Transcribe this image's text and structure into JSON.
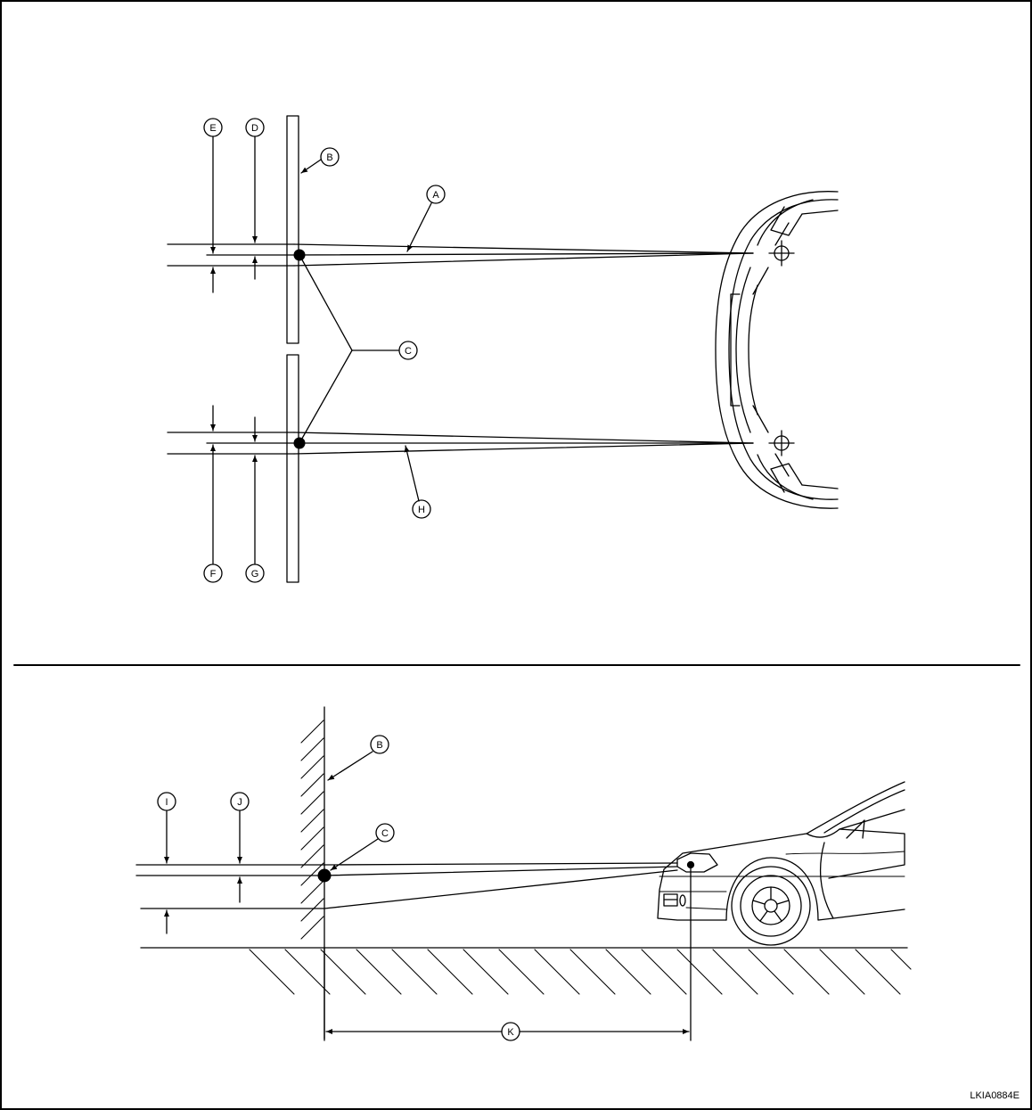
{
  "top_view": {
    "labels": {
      "A": "A",
      "B": "B",
      "C": "C",
      "D": "D",
      "E": "E",
      "F": "F",
      "G": "G",
      "H": "H"
    }
  },
  "side_view": {
    "labels": {
      "B": "B",
      "C": "C",
      "I": "I",
      "J": "J",
      "K": "K"
    }
  },
  "figure_code": "LKIA0884E"
}
